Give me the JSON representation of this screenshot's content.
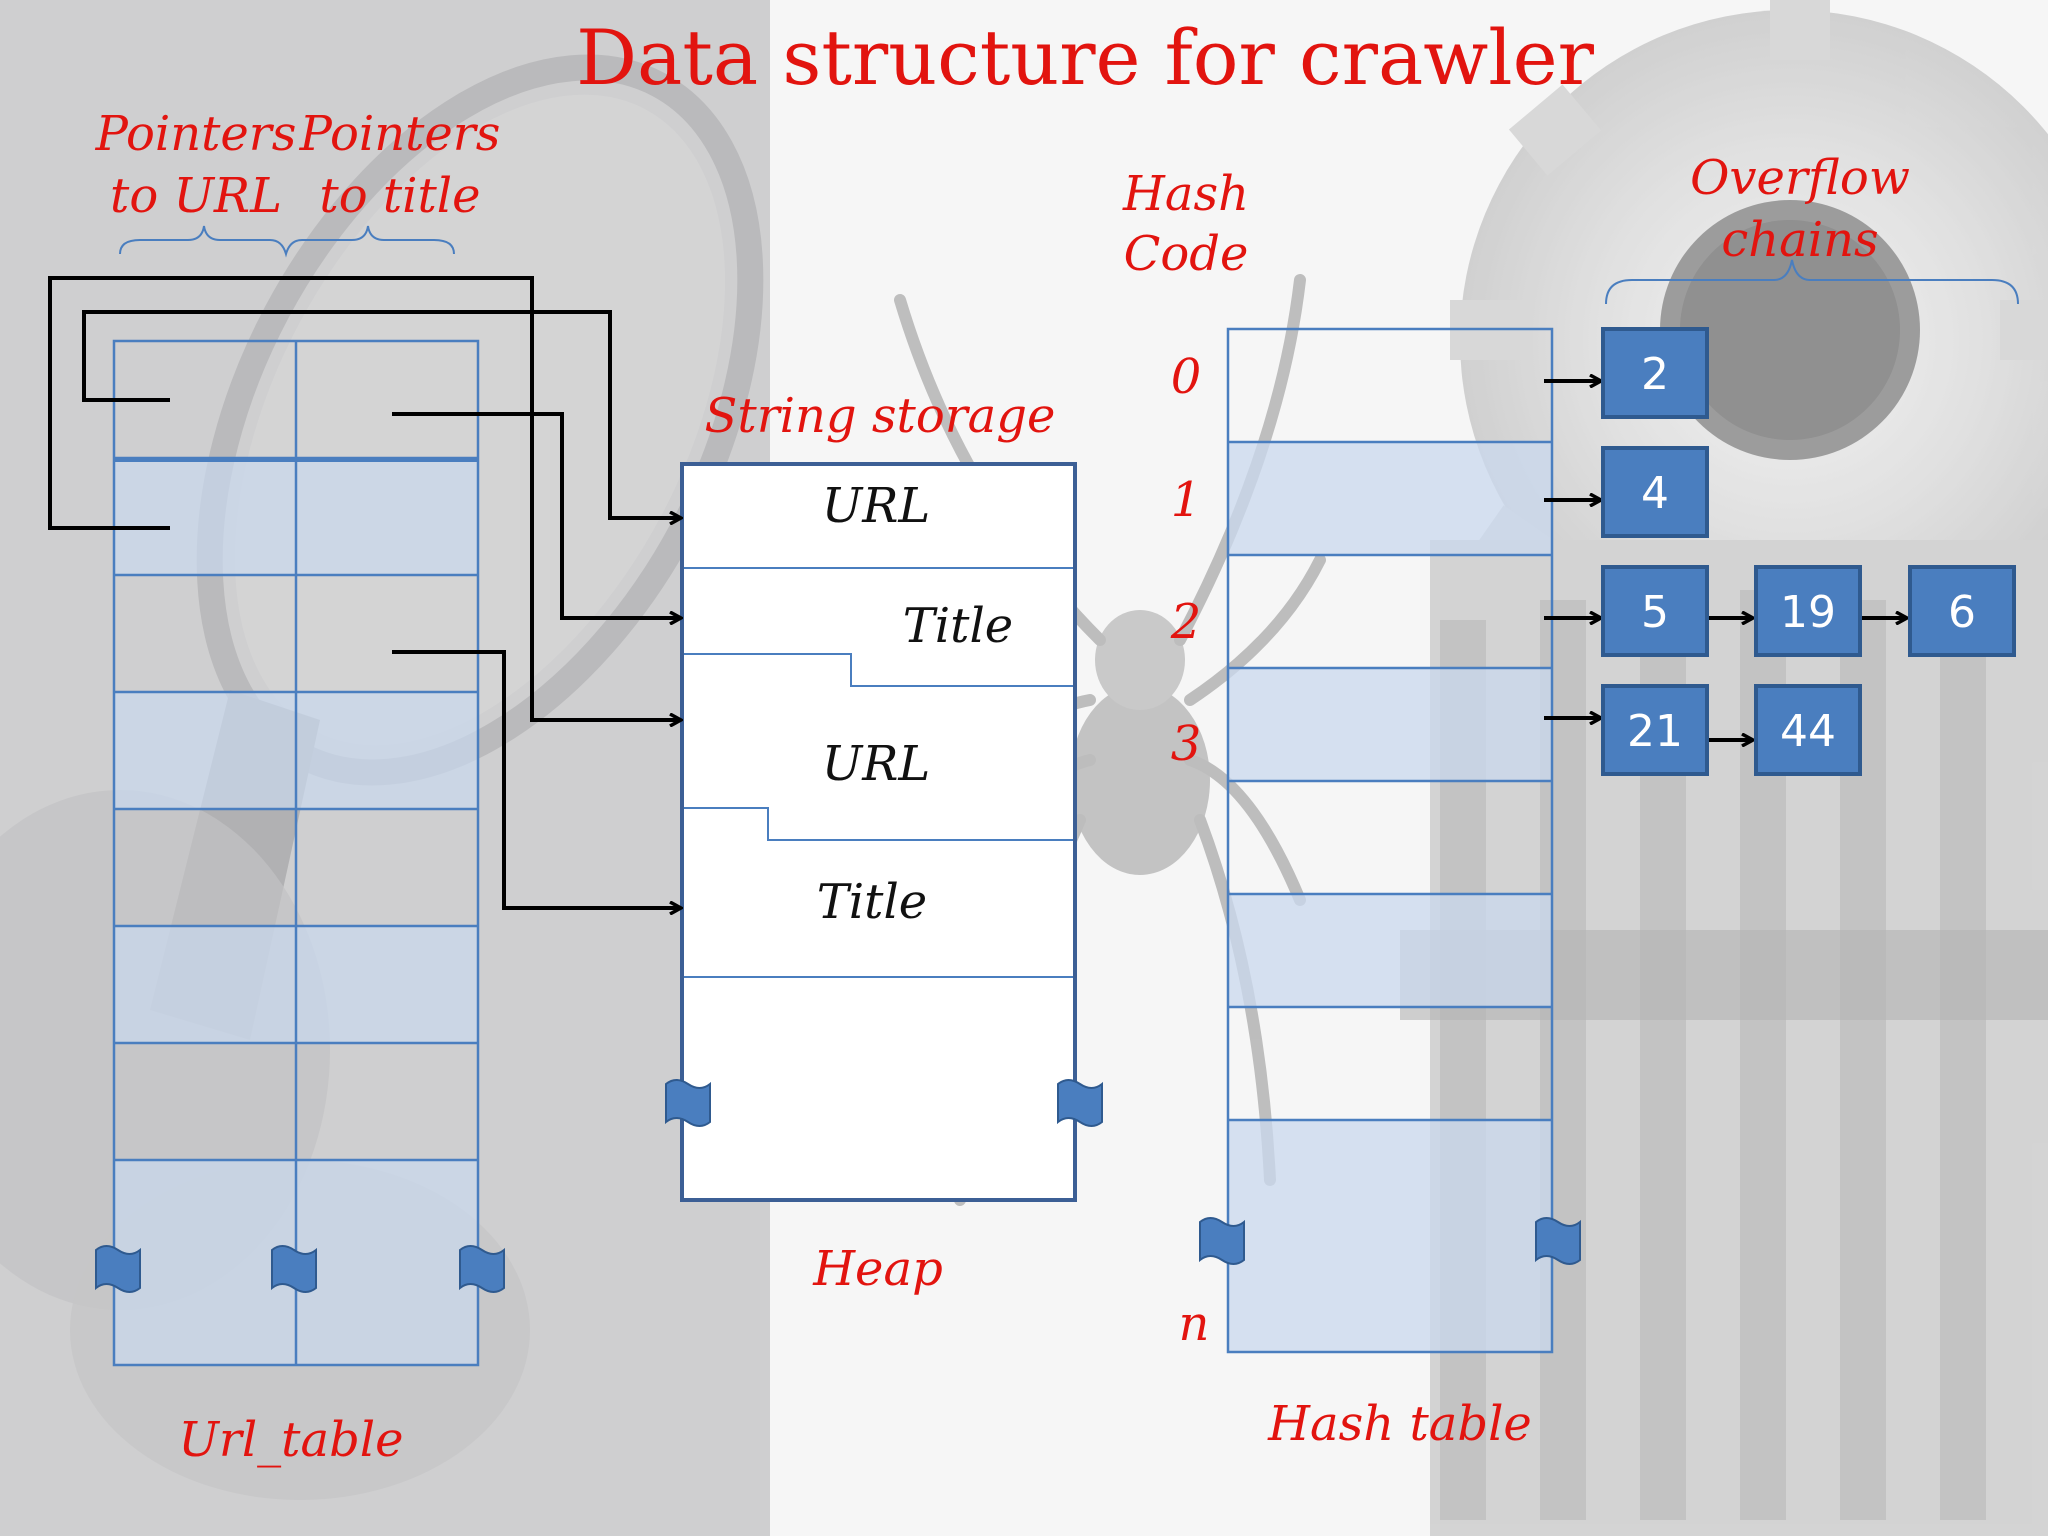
{
  "title": "Data structure  for crawler",
  "labels": {
    "pointers_to_url": [
      "Pointers",
      "to URL"
    ],
    "pointers_to_title": [
      "Pointers",
      "to title"
    ],
    "url_table": "Url_table",
    "string_storage": "String storage",
    "heap": "Heap",
    "hash_code": [
      "Hash",
      "Code"
    ],
    "hash_table": "Hash table",
    "overflow_chains": [
      "Overflow",
      "chains"
    ]
  },
  "heap_entries": [
    "URL",
    "Title",
    "URL",
    "Title"
  ],
  "hash_codes": [
    "0",
    "1",
    "2",
    "3",
    "n"
  ],
  "overflow_chains": [
    {
      "row": "0",
      "nodes": [
        "2"
      ]
    },
    {
      "row": "1",
      "nodes": [
        "4"
      ]
    },
    {
      "row": "2",
      "nodes": [
        "5",
        "19",
        "6"
      ]
    },
    {
      "row": "3",
      "nodes": [
        "21",
        "44"
      ]
    }
  ],
  "colors": {
    "accent_red": "#e2140f",
    "node_fill": "#4a7ebf",
    "node_border": "#2f5a8f",
    "table_line": "#4a7ebf",
    "band_fill": "#c9d8ee"
  }
}
